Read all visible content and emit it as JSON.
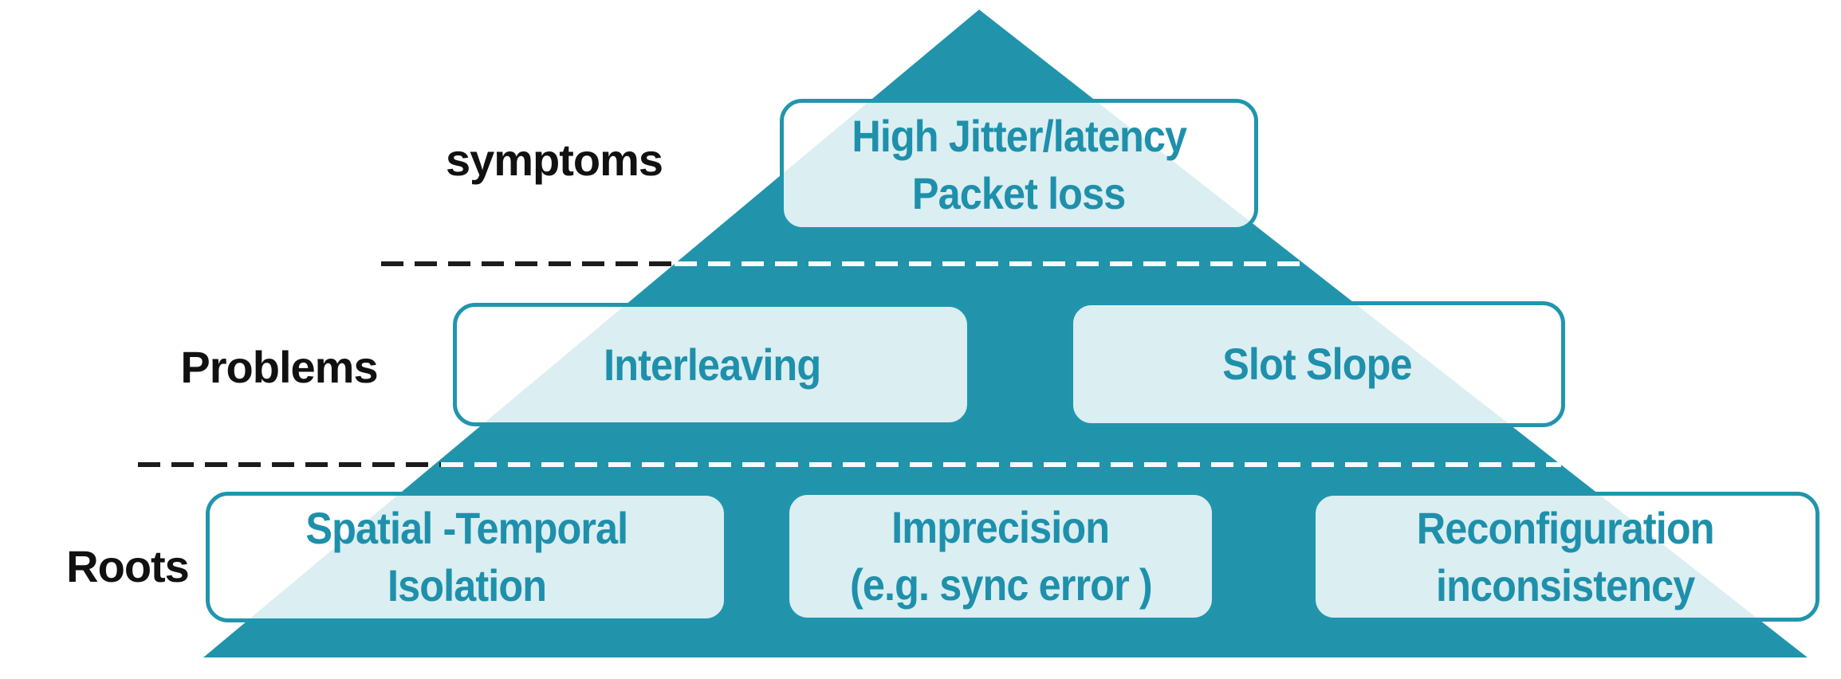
{
  "colors": {
    "pyramid_teal": "#2194ac",
    "box_border_teal": "#2095ad",
    "box_fill": "rgba(255,255,255,0.84)",
    "box_text_teal": "#1e90ab",
    "label_black": "#111111",
    "dash_black": "#1c1c1c",
    "dash_white": "#fafdfd"
  },
  "pyramid": {
    "levels": [
      {
        "label": "symptoms",
        "boxes": [
          {
            "lines": [
              "High Jitter/latency",
              "Packet loss"
            ]
          }
        ]
      },
      {
        "label": "Problems",
        "boxes": [
          {
            "lines": [
              "Interleaving"
            ]
          },
          {
            "lines": [
              "Slot Slope"
            ]
          }
        ]
      },
      {
        "label": "Roots",
        "boxes": [
          {
            "lines": [
              "Spatial -Temporal",
              "Isolation"
            ]
          },
          {
            "lines": [
              "Imprecision",
              "(e.g. sync error )"
            ]
          },
          {
            "lines": [
              "Reconfiguration",
              "inconsistency"
            ]
          }
        ]
      }
    ]
  }
}
